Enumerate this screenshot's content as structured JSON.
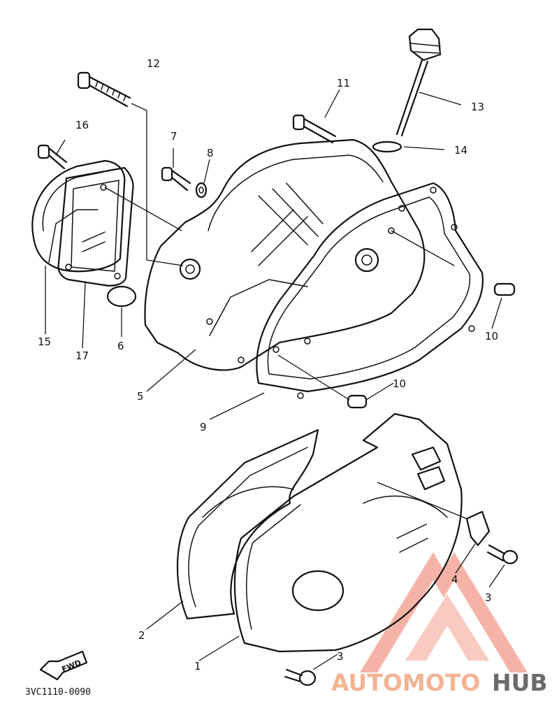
{
  "diagram": {
    "part_code": "3VC1110-0090",
    "fwd_label": "FWD",
    "callouts": {
      "c1": "1",
      "c2": "2",
      "c3a": "3",
      "c3b": "3",
      "c4": "4",
      "c5": "5",
      "c6": "6",
      "c7": "7",
      "c8": "8",
      "c9": "9",
      "c10a": "10",
      "c10b": "10",
      "c11": "11",
      "c12": "12",
      "c13": "13",
      "c14": "14",
      "c15": "15",
      "c16": "16",
      "c17": "17"
    }
  },
  "watermark": {
    "text_a": "AUTOMOTO",
    "text_b": "HUB",
    "colors": {
      "accent": "#f08070",
      "grey": "#6b6b6b",
      "light": "#f3b493"
    }
  }
}
